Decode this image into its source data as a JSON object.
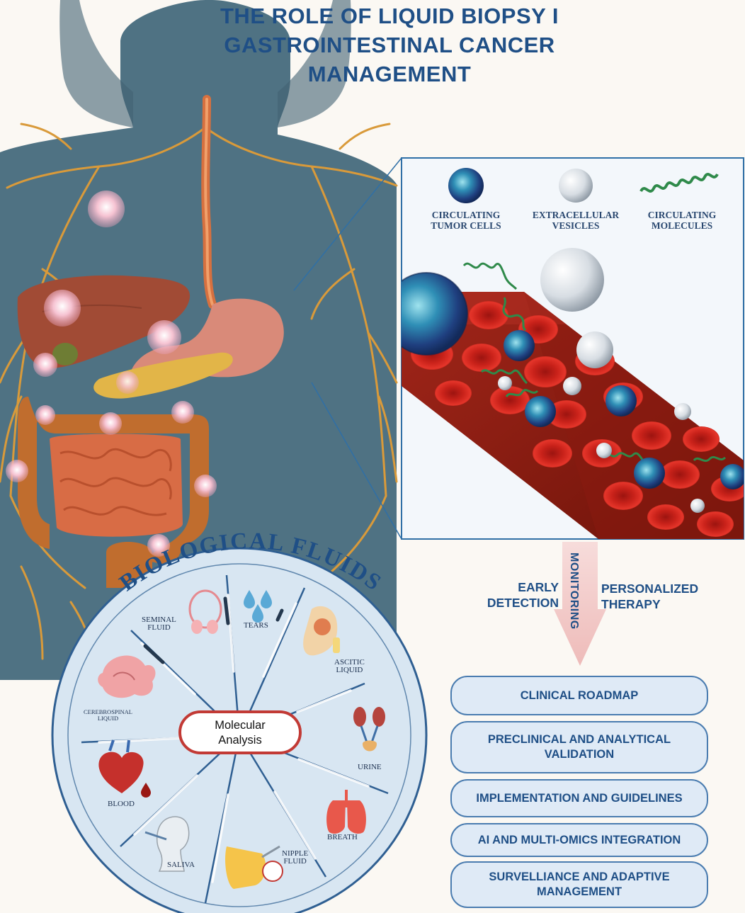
{
  "title": {
    "line1": "THE ROLE OF LIQUID BIOPSY I",
    "line2": "GASTROINTESTINAL CANCER",
    "line3": "MANAGEMENT"
  },
  "biomarkers": [
    {
      "line1": "CIRCULATING",
      "line2": "TUMOR CELLS",
      "icon": "tumor-cell"
    },
    {
      "line1": "EXTRACELLULAR",
      "line2": "VESICLES",
      "icon": "vesicle"
    },
    {
      "line1": "CIRCULATING",
      "line2": "MOLECULES",
      "icon": "dna-strand"
    }
  ],
  "fluids_wheel": {
    "heading": "BIOLOGICAL FLUIDS",
    "center_line1": "Molecular",
    "center_line2": "Analysis",
    "fluids": {
      "seminal": {
        "line1": "SEMINAL",
        "line2": "FLUID"
      },
      "tears": {
        "line1": "TEARS"
      },
      "ascitic": {
        "line1": "ASCITIC",
        "line2": "LIQUID"
      },
      "cerebrospinal": {
        "line1": "CEREBROSPINAL",
        "line2": "LIQUID"
      },
      "urine": {
        "line1": "URINE"
      },
      "blood": {
        "line1": "BLOOD"
      },
      "breath": {
        "line1": "BREATH"
      },
      "saliva": {
        "line1": "SALIVA"
      },
      "nipple": {
        "line1": "NIPPLE",
        "line2": "FLUID"
      }
    }
  },
  "stages": {
    "arrow_label": "MONITORING",
    "left_line1": "EARLY",
    "left_line2": "DETECTION",
    "right_line1": "PERSONALIZED",
    "right_line2": "THERAPY"
  },
  "roadmap": [
    {
      "line1": "CLINICAL ROADMAP"
    },
    {
      "line1": "PRECLINICAL AND ANALYTICAL",
      "line2": "VALIDATION"
    },
    {
      "line1": "IMPLEMENTATION AND GUIDELINES"
    },
    {
      "line1": "AI AND MULTI-OMICS INTEGRATION"
    },
    {
      "line1": "SURVELLIANCE AND ADAPTIVE",
      "line2": "MANAGEMENT"
    }
  ],
  "colors": {
    "title": "#1f4f86",
    "body": "#4f7283",
    "nerves": "#d99a3a",
    "wheel_fill": "#d8e6f2",
    "wheel_border": "#2f5f92",
    "molecular_border": "#c23a35",
    "arrow": "#f1c8c6",
    "roadmap_fill": "#dfeaf6",
    "vessel": "#8e1d12",
    "rbc": "#d1261c"
  }
}
